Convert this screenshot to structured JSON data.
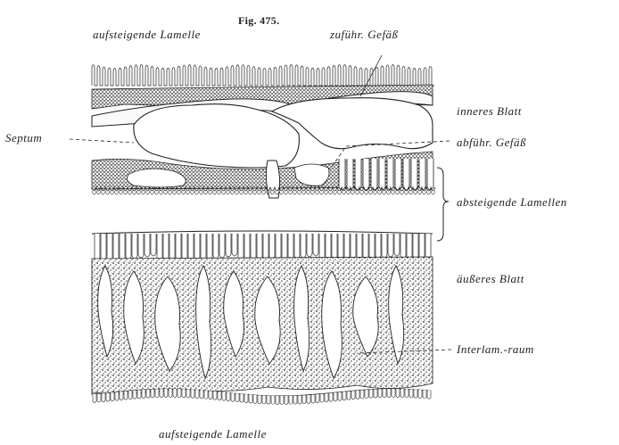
{
  "figure": {
    "number": "Fig. 475."
  },
  "labels": {
    "top_left": "aufsteigende Lamelle",
    "top_right": "zuführ. Gefäß",
    "inner_leaf": "inneres Blatt",
    "septum": "Septum",
    "efferent_vessel": "abführ. Gefäß",
    "descending_lamellae": "absteigende Lamellen",
    "outer_leaf": "äußeres Blatt",
    "interlamellar_space": "Interlam.-raum",
    "bottom": "aufsteigende Lamelle"
  },
  "colors": {
    "ink": "#1a1a1a",
    "paper": "#ffffff"
  }
}
